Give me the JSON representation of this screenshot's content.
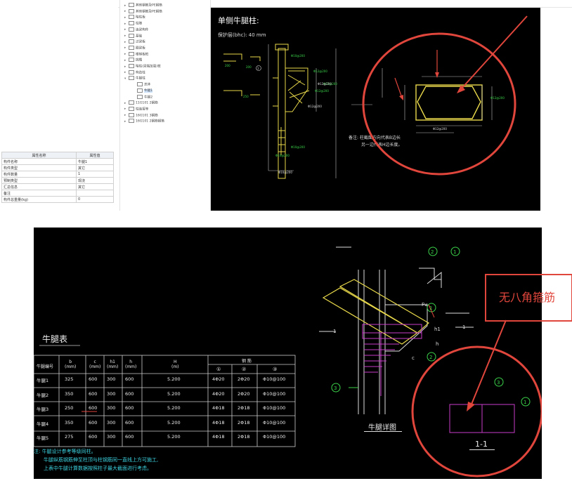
{
  "property_panel": {
    "header": [
      "属性名称",
      "属性值"
    ],
    "rows": [
      [
        "构件名称",
        "牛腿1"
      ],
      [
        "构件类型",
        "其它"
      ],
      [
        "构件数量",
        "1"
      ],
      [
        "预制类型",
        "现浇"
      ],
      [
        "汇总信息",
        "其它"
      ],
      [
        "备注",
        ""
      ],
      [
        "构件总重量(kg)",
        "0"
      ]
    ]
  },
  "tree": {
    "items": [
      {
        "label": "其他钢筋及PE钢筋",
        "type": "folder"
      },
      {
        "label": "其他钢筋及PE钢筋",
        "type": "folder"
      },
      {
        "label": "暗柱板",
        "type": "folder"
      },
      {
        "label": "柱墩",
        "type": "folder"
      },
      {
        "label": "连梁构件",
        "type": "folder"
      },
      {
        "label": "基础",
        "type": "folder"
      },
      {
        "label": "过梁板",
        "type": "folder"
      },
      {
        "label": "圈梁板",
        "type": "folder"
      },
      {
        "label": "楼梯板桩",
        "type": "folder"
      },
      {
        "label": "挑檐",
        "type": "folder"
      },
      {
        "label": "暗柱(梁端加强)桩",
        "type": "folder"
      },
      {
        "label": "构造柱",
        "type": "folder"
      },
      {
        "label": "牛腿柱",
        "type": "folder-open"
      },
      {
        "label": "总体",
        "type": "file"
      },
      {
        "label": "牛腿1",
        "type": "file",
        "selected": true
      },
      {
        "label": "牛腿2",
        "type": "file"
      },
      {
        "label": "11G101 2钢筋",
        "type": "folder"
      },
      {
        "label": "柱连接等",
        "type": "folder"
      },
      {
        "label": "16G101 3钢筋",
        "type": "folder"
      },
      {
        "label": "16G101 2钢筋钢筋",
        "type": "folder"
      }
    ]
  },
  "cad_top": {
    "title": "单侧牛腿柱:",
    "cover_label": "保护层(bhc): 40 mm",
    "note_line1": "备注: 柱截面方向代表B边长",
    "note_line2": "另一边代表H边长度。"
  },
  "cad_bottom": {
    "table_title": "牛腿表",
    "headers": [
      "牛腿编号",
      "b\n(mm)",
      "c\n(mm)",
      "h1\n(mm)",
      "h\n(mm)",
      "H\n(m)",
      "①",
      "②",
      "③"
    ],
    "rebar_header": "钢  筋",
    "rows": [
      [
        "牛腿1",
        "325",
        "600",
        "300",
        "600",
        "5.200",
        "4Φ20",
        "2Φ20",
        "Φ10@100"
      ],
      [
        "牛腿2",
        "350",
        "600",
        "300",
        "600",
        "5.200",
        "4Φ20",
        "2Φ20",
        "Φ10@100"
      ],
      [
        "牛腿3",
        "250",
        "600",
        "300",
        "600",
        "5.200",
        "4Φ18",
        "2Φ18",
        "Φ10@100"
      ],
      [
        "牛腿4",
        "350",
        "600",
        "300",
        "600",
        "5.200",
        "4Φ18",
        "2Φ18",
        "Φ10@100"
      ],
      [
        "牛腿5",
        "275",
        "600",
        "300",
        "600",
        "5.200",
        "4Φ18",
        "2Φ18",
        "Φ10@100"
      ]
    ],
    "note1": "注: 牛腿设计参考等级同柱。",
    "note2": "牛腿纵筋钢筋伸至柱顶与柱钢筋同一直线上方可施工,",
    "note3": "上表中牛腿计算数据按照柱子最大截面进行考虑。",
    "detail_title": "牛腿详图",
    "section_title": "1-1",
    "labels": {
      "Fv": "Fv",
      "h1": "h1",
      "h": "h",
      "c": "c",
      "section": "1"
    }
  },
  "callout": {
    "text": "无八角箍筋"
  },
  "colors": {
    "annotation_red": "#e0463c",
    "cad_yellow": "#e8d84a",
    "cad_green": "#3bd34a",
    "cad_magenta": "#c83cc8"
  }
}
